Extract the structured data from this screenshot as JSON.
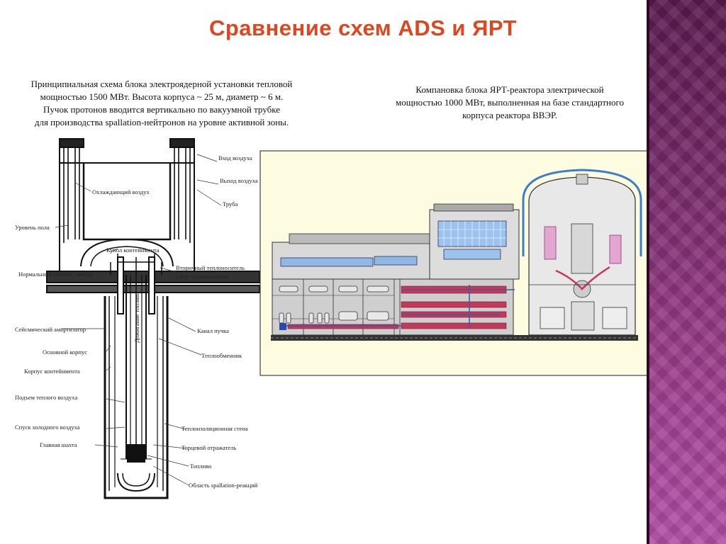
{
  "slide": {
    "title": "Сравнение схем ADS и ЯРТ",
    "left_caption": "Принципиальная схема блока электроядерной установки тепловой\nмощностью 1500 МВт. Высота корпуса ~ 25 м, диаметр ~ 6 м.\nПучок протонов вводится вертикально по вакуумной трубке\nдля производства spallation-нейтронов на уровне активной зоны.",
    "right_caption": "Компановка блока ЯРТ-реактора электрической\nмощностью 1000 МВт, выполненная на базе стандартного\nкорпуса реактора ВВЭР."
  },
  "left_diagram": {
    "labels": {
      "ohl_vozduh": "Охлаждающий воздух",
      "uroven_pola": "Уровень пола",
      "kupol": "Купол контейнмента",
      "norm_uroven": "Нормальный уровень свинца",
      "seism": "Сейсмический амортизатор",
      "osn_korpus": "Основной корпус",
      "korpus_kont": "Корпус контейнмента",
      "podem": "Подъем теплого воздуха",
      "spusk": "Спуск холодного воздуха",
      "glav_shahta": "Главная шахта",
      "vhod": "Вход воздуха",
      "vyhod": "Выход воздуха",
      "truba": "Труба",
      "vtor_teplo": "Вторичный теплоноситель",
      "sbor_teplo": "Сбор теплоносителя",
      "kanal_puchka": "Канал пучка",
      "teploobmen": "Теплообменник",
      "teplo_stena": "Теплоизоляционная стена",
      "tor_otrazh": "Торцевой отражатель",
      "toplivo": "Топливо",
      "oblast_spall": "Область spallation-реакций",
      "dozhig": "Дожигание топлива"
    }
  }
}
